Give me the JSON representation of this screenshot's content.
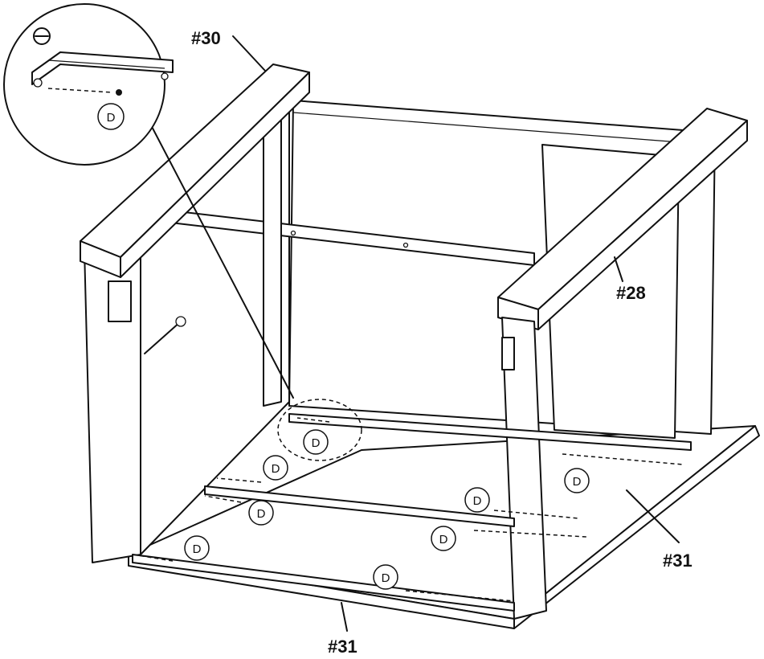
{
  "part_labels": {
    "p30": "#30",
    "p28": "#28",
    "p31_right": "#31",
    "p31_bottom": "#31"
  },
  "screw_label": "D",
  "callouts": [
    {
      "id": "zoom"
    },
    {
      "id": "c1"
    },
    {
      "id": "c2"
    },
    {
      "id": "c3"
    },
    {
      "id": "c4"
    },
    {
      "id": "c5"
    },
    {
      "id": "c6"
    },
    {
      "id": "c7"
    },
    {
      "id": "c8"
    },
    {
      "id": "c9"
    }
  ]
}
